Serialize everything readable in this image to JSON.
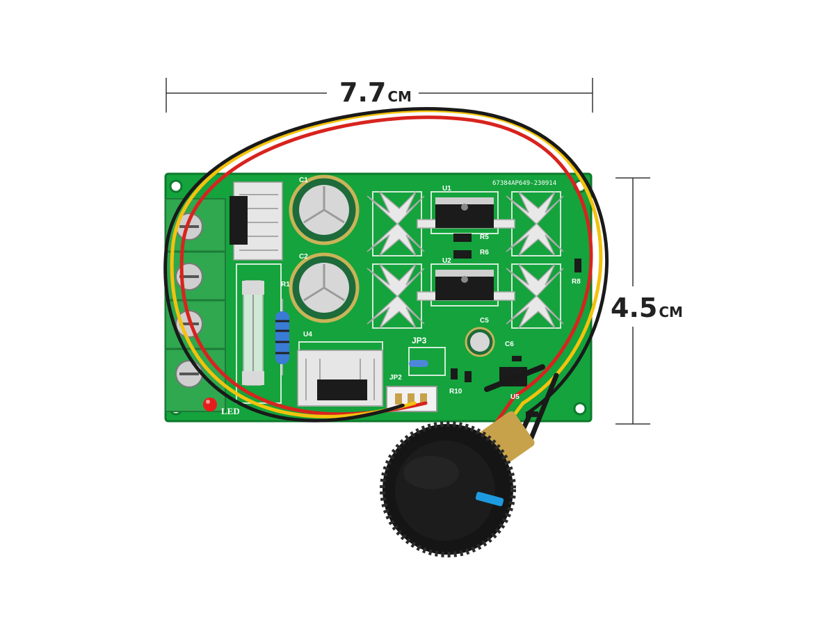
{
  "image": {
    "subject": "pwm-motor-speed-controller-board",
    "dimensions": {
      "width": {
        "value": "7.7",
        "unit": "CM"
      },
      "height": {
        "value": "4.5",
        "unit": "CM"
      }
    },
    "board": {
      "silkscreen_code": "67384AP649-230914",
      "labels": [
        "C1",
        "C2",
        "C5",
        "C6",
        "U1",
        "U2",
        "U4",
        "U5",
        "R1",
        "R5",
        "R6",
        "R8",
        "R10",
        "JP2",
        "JP3",
        "LED"
      ]
    },
    "colors": {
      "pcb_green": "#14a33c",
      "pcb_dark": "#0e7a2c",
      "terminal_green": "#2fa84f",
      "wire_red": "#d8231e",
      "wire_yellow": "#f4c20d",
      "wire_black": "#1a1a1a",
      "knob_black": "#151515",
      "knob_indicator": "#1e9be0",
      "heatsink": "#e6e6e6",
      "capacitor": "#1d6b3a",
      "led_red": "#e81c1c",
      "dimension_line": "#333333"
    },
    "icons": [
      "ruler-line-icon",
      "knob-indicator-icon"
    ]
  }
}
